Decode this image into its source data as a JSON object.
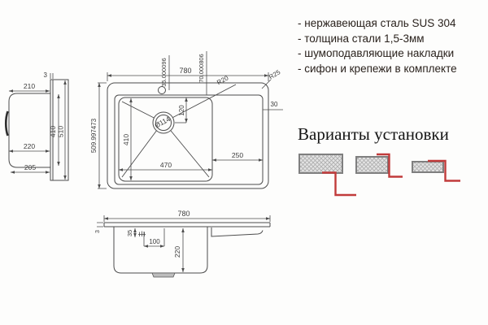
{
  "features": {
    "items": [
      "- нержавеющая сталь SUS 304",
      "- толщина стали 1,5-3мм",
      "- шумоподавляющие накладки",
      "- сифон и крепежи в комплекте"
    ]
  },
  "installation": {
    "title": "Варианты установки"
  },
  "top_view": {
    "overall_width": "780",
    "overall_depth": "509.997473",
    "faucet_dim_a": "35.000096",
    "faucet_dim_b": "70.000806",
    "radius_outer": "R25",
    "radius_inner": "R20",
    "rim_offset_right": "30",
    "drain_offset": "120",
    "drain_diameter": "Ø114",
    "bowl_width": "470",
    "bowl_depth": "410",
    "wing_width": "250"
  },
  "side_view": {
    "rim_thickness": "3",
    "top_depth": "210",
    "mid_depth": "220",
    "bottom_depth": "205",
    "bowl_span": "410",
    "overall_span": "510"
  },
  "front_view": {
    "overall_width": "780",
    "rim_thickness": "3",
    "clip_offset": "35",
    "faucet_spacing": "100",
    "bowl_depth": "220"
  },
  "colors": {
    "accent_red": "#c13b3b",
    "line": "#4c4c4c"
  }
}
